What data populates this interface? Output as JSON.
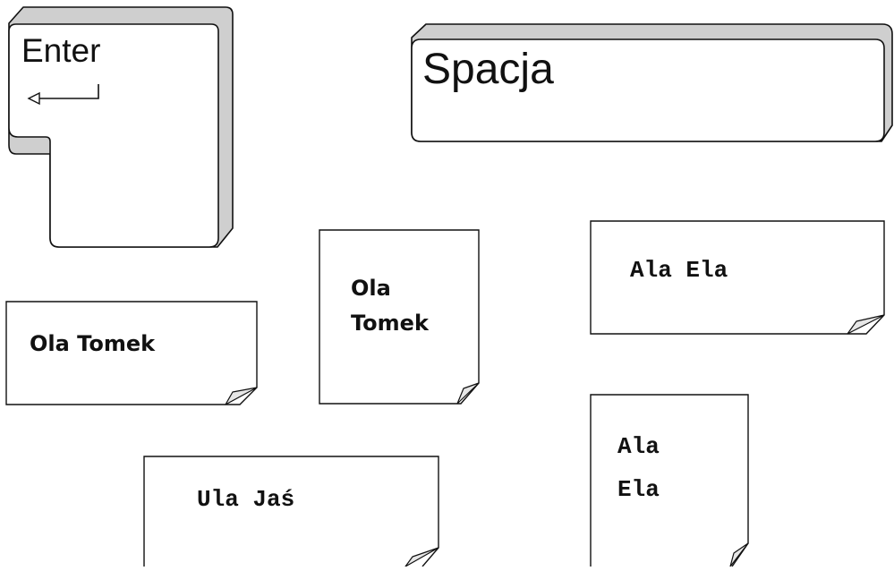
{
  "keys": {
    "enter": {
      "label": "Enter",
      "arrow": "return-arrow-icon"
    },
    "space": {
      "label": "Spacja"
    }
  },
  "cards": [
    {
      "id": "ola-tomek-wide",
      "text": "Ola Tomek"
    },
    {
      "id": "ola-tomek-tall",
      "line1": "Ola",
      "line2": "Tomek"
    },
    {
      "id": "ala-ela-wide",
      "text": "Ala Ela"
    },
    {
      "id": "ula-jas",
      "text": "Ula Jaś"
    },
    {
      "id": "ala-ela-tall",
      "line1": "Ala",
      "line2": "Ela"
    }
  ],
  "colors": {
    "key_face": "#ffffff",
    "key_side": "#cfcfcf",
    "key_side_dark": "#a8a8a8",
    "outline": "#111111",
    "card_fold": "#e6e6e6"
  }
}
